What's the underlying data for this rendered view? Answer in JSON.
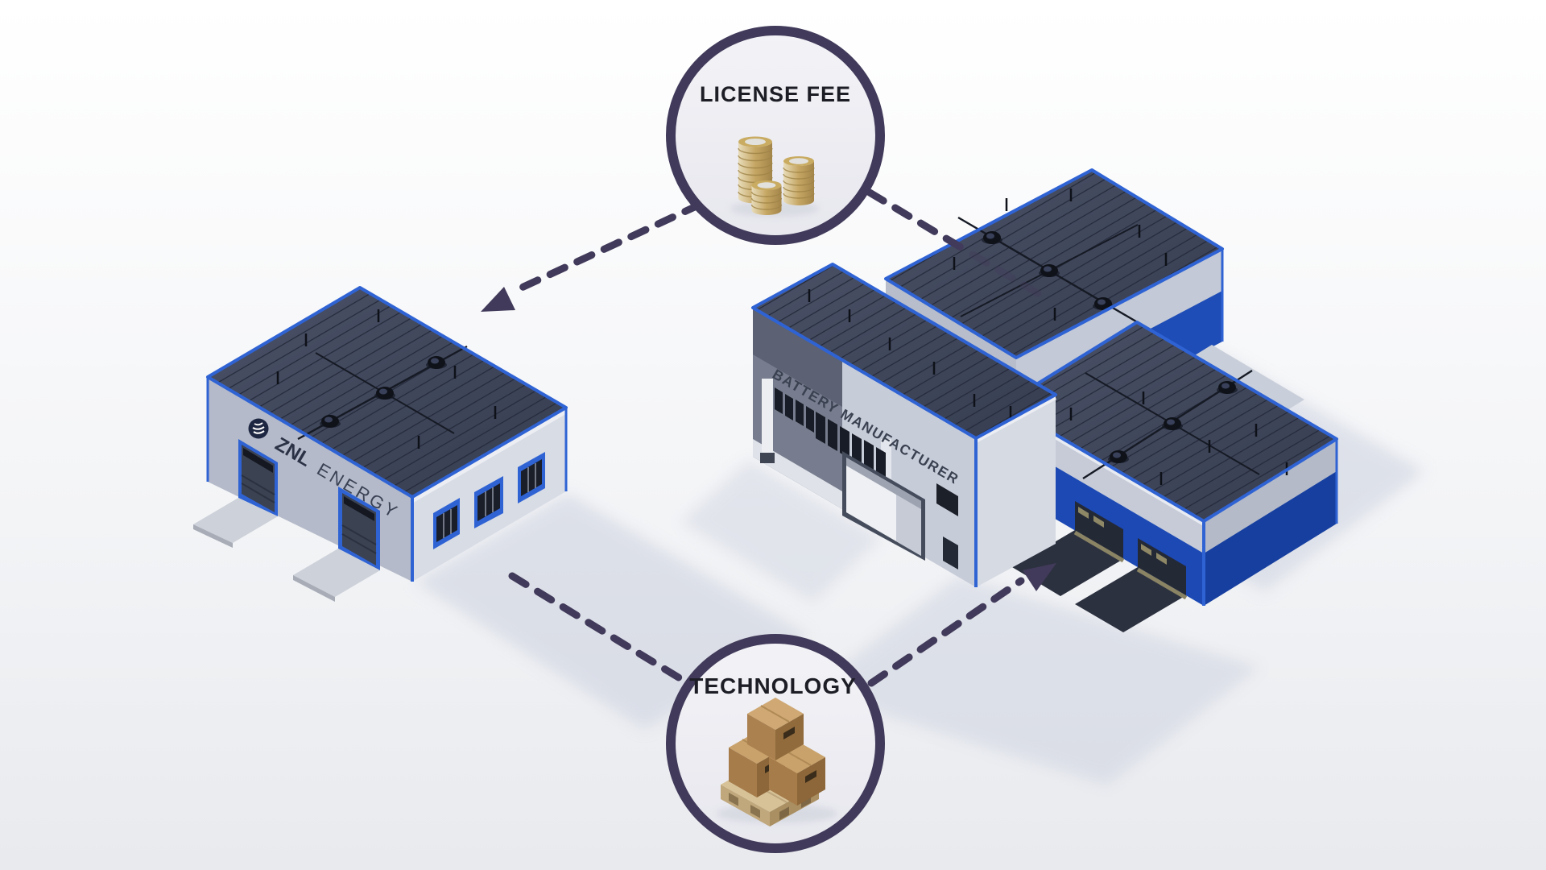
{
  "badges": {
    "license_fee": {
      "label": "LICENSE FEE",
      "icon": "coin-stacks-icon"
    },
    "technology": {
      "label": "TECHNOLOGY",
      "icon": "boxes-on-pallet-icon"
    }
  },
  "buildings": {
    "znl_energy": {
      "logo_text": "ZNL",
      "logo_suffix": "ENERGY",
      "logo_icon": "znl-logo-icon"
    },
    "battery_manufacturer": {
      "label": "BATTERY MANUFACTURER"
    }
  },
  "flows": [
    {
      "id": "license-fee-flow",
      "label": "LICENSE FEE",
      "style": "dashed-arrow",
      "arrow_points_to": "znl_energy",
      "dashes_from": "battery_manufacturer"
    },
    {
      "id": "technology-flow",
      "label": "TECHNOLOGY",
      "style": "dashed-arrow",
      "arrow_points_to": "battery_manufacturer",
      "dashes_from": "znl_energy"
    }
  ],
  "colors": {
    "arrow_purple": "#413A5A",
    "badge_fill": "#ECECF2",
    "trim_blue": "#2F63D4",
    "facade_blue": "#1C49B4",
    "roof_navy": "#414861",
    "wall_gray": "#C6CBD8",
    "label_dark": "#1D1D26",
    "building_text": "#3A4150",
    "background_bottom": "#E9EBEF"
  }
}
